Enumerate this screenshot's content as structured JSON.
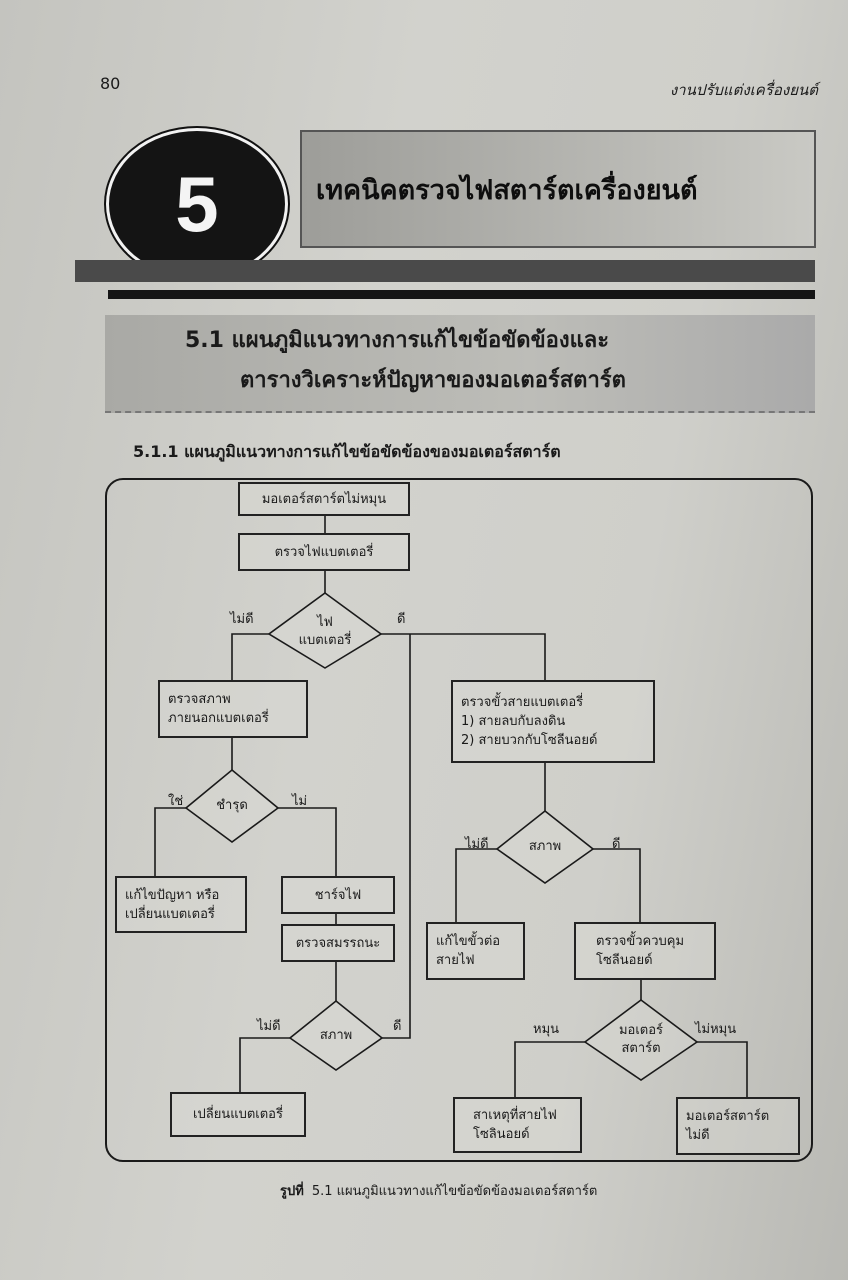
{
  "header": {
    "page_number": "80",
    "running_title": "งานปรับแต่งเครื่องยนต์"
  },
  "chapter": {
    "number": "5",
    "title": "เทคนิคตรวจไฟสตาร์ตเครื่องยนต์"
  },
  "section": {
    "line1": "5.1  แผนภูมิแนวทางการแก้ไขข้อขัดข้องและ",
    "line2": "ตารางวิเคราะห์ปัญหาของมอเตอร์สตาร์ต"
  },
  "subsection": "5.1.1  แผนภูมิแนวทางการแก้ไขข้อขัดข้องของมอเตอร์สตาร์ต",
  "flowchart": {
    "start": "มอเตอร์สตาร์ตไม่หมุน",
    "check_battery": "ตรวจไฟแบตเตอรี่",
    "d_battery": {
      "line1": "ไฟ",
      "line2": "แบตเตอรี่",
      "no": "ไม่ดี",
      "yes": "ดี"
    },
    "check_exterior": {
      "line1": "ตรวจสภาพ",
      "line2": "ภายนอกแบตเตอรี่"
    },
    "check_terminals": {
      "line1": "ตรวจขั้วสายแบตเตอรี่",
      "line2": "1) สายลบกับลงดิน",
      "line3": "2) สายบวกกับโซลีนอยด์"
    },
    "d_damaged": {
      "text": "ชำรุด",
      "yes": "ใช่",
      "no": "ไม่"
    },
    "fix_or_replace": {
      "line1": "แก้ไขปัญหา หรือ",
      "line2": "เปลี่ยนแบตเตอรี่"
    },
    "charge": "ชาร์จไฟ",
    "test_capacity": "ตรวจสมรรถนะ",
    "d_condition1": {
      "text": "สภาพ",
      "no": "ไม่ดี",
      "yes": "ดี"
    },
    "replace_battery": "เปลี่ยนแบตเตอรี่",
    "d_condition2": {
      "text": "สภาพ",
      "no": "ไม่ดี",
      "yes": "ดี"
    },
    "fix_connector": {
      "line1": "แก้ไขขั้วต่อ",
      "line2": "สายไฟ"
    },
    "check_solenoid": {
      "line1": "ตรวจขั้วควบคุม",
      "line2": "โซลีนอยด์"
    },
    "d_motor": {
      "line1": "มอเตอร์",
      "line2": "สตาร์ต",
      "yes": "หมุน",
      "no": "ไม่หมุน"
    },
    "cause_wire": {
      "line1": "สาเหตุที่สายไฟ",
      "line2": "โซลินอยด์"
    },
    "motor_bad": {
      "line1": "มอเตอร์สตาร์ต",
      "line2": "ไม่ดี"
    }
  },
  "caption": {
    "label": "รูปที่",
    "text": "5.1  แผนภูมิแนวทางแก้ไขข้อขัดข้องมอเตอร์สตาร์ต"
  }
}
